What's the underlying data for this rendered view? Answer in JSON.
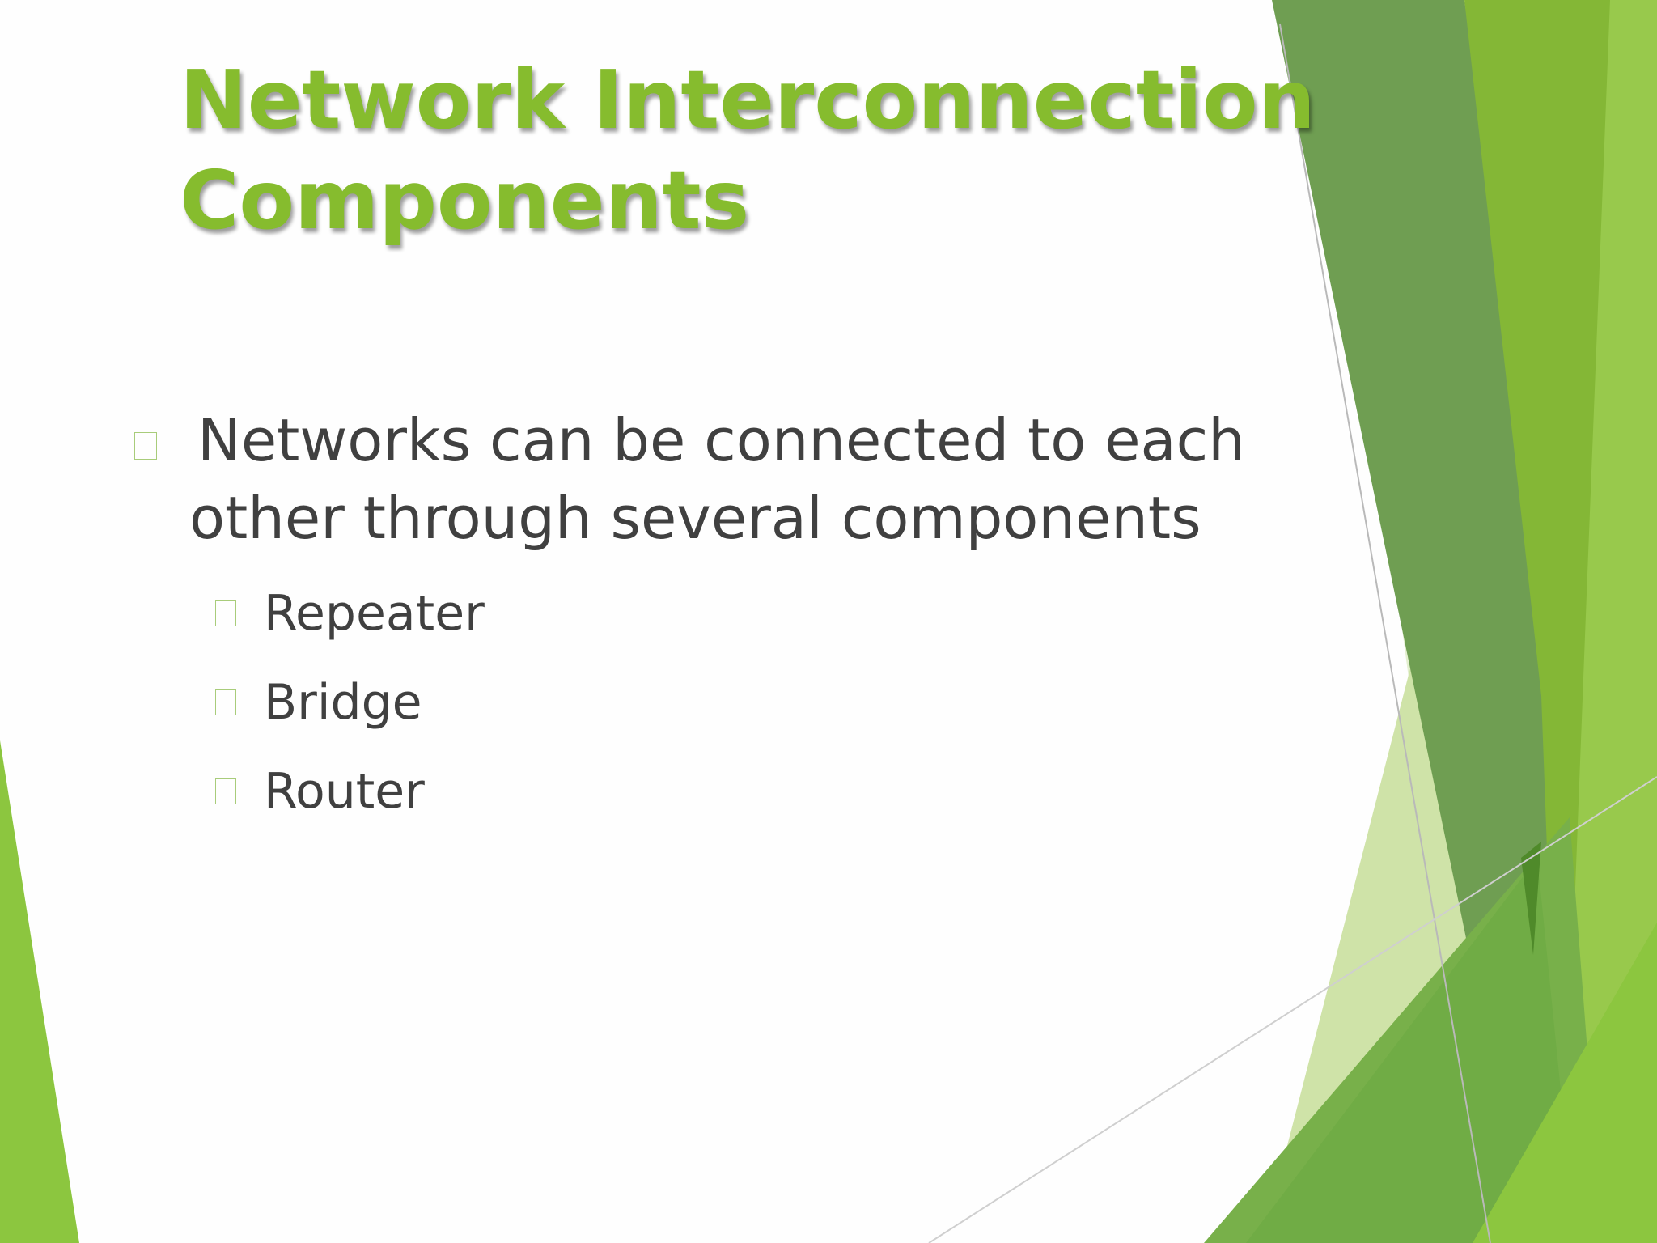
{
  "slide": {
    "title_lines": [
      "Network Interconnection",
      "Components"
    ],
    "main_bullet_lines": [
      "Networks can be connected to each",
      "other through several components"
    ],
    "sub_bullets": [
      "Repeater",
      "Bridge",
      "Router"
    ]
  },
  "colors": {
    "title": "#86bc2e",
    "body_text": "#404040",
    "bullet_box": "#a8cc7a",
    "accent_dark": "#6d9a4a",
    "accent_green": "#7fb53a",
    "accent_light": "#a9d06a",
    "accent_pale": "#dcebc4"
  }
}
